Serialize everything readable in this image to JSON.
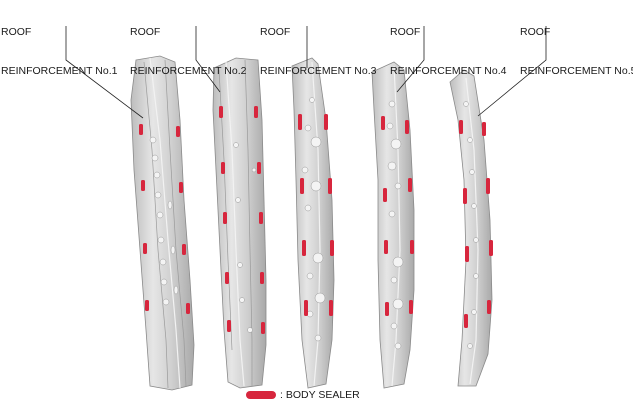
{
  "labels": [
    {
      "line1": "ROOF",
      "line2": "REINFORCEMENT No.1"
    },
    {
      "line1": "ROOF",
      "line2": "REINFORCEMENT No.2"
    },
    {
      "line1": "ROOF",
      "line2": "REINFORCEMENT No.3"
    },
    {
      "line1": "ROOF",
      "line2": "REINFORCEMENT No.4"
    },
    {
      "line1": "ROOF",
      "line2": "REINFORCEMENT No.5"
    }
  ],
  "legend": {
    "text": ": BODY SEALER"
  },
  "colors": {
    "sealer": "#d7263d",
    "part_fill": "#cfcfcf",
    "part_edge": "#8a8a8a",
    "leader": "#222222"
  }
}
